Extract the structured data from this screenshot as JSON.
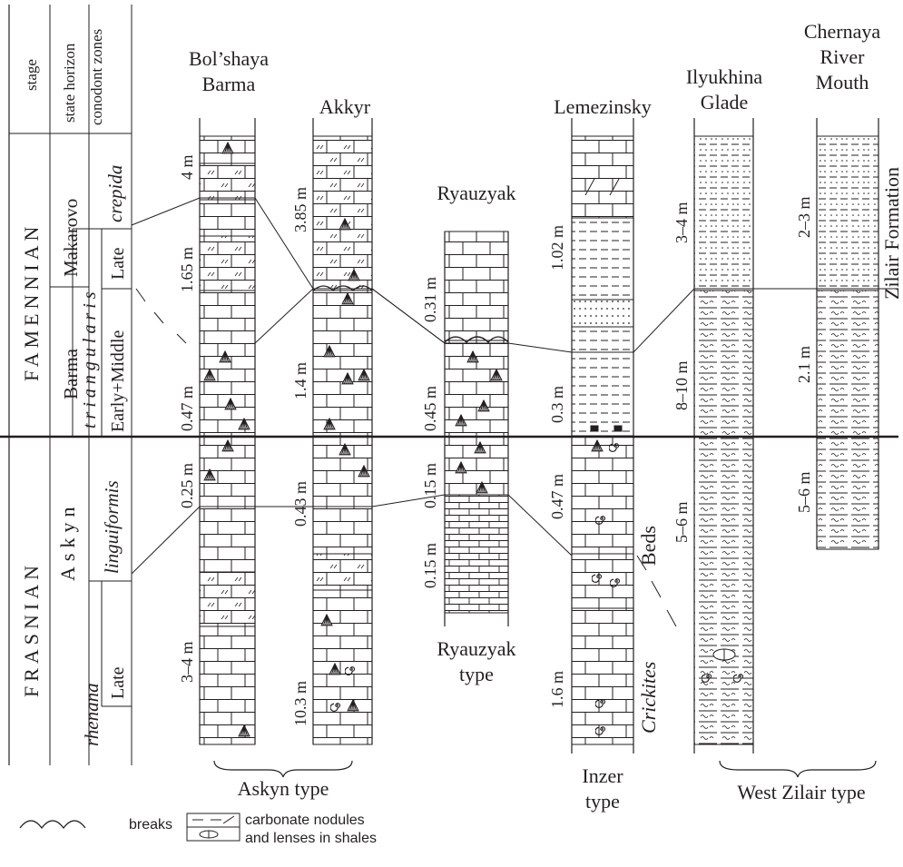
{
  "table": {
    "headers": [
      "stage",
      "state horizon",
      "conodont zones"
    ],
    "stages": [
      "FAMENNIAN",
      "FRASNIAN"
    ],
    "horizons": [
      "Makarovo",
      "Barma",
      "Askyn"
    ],
    "zones": [
      "crepida",
      "triangularis",
      "linguiformis",
      "rhenana"
    ],
    "subzones": [
      "Late",
      "Early+Middle",
      "Late"
    ]
  },
  "sections": [
    {
      "title": [
        "Bol’shaya",
        "Barma"
      ],
      "thicknesses": [
        "4 m",
        "1.65 m",
        "0.47 m",
        "0.25 m",
        "3–4 m"
      ]
    },
    {
      "title": [
        "Akkyr"
      ],
      "thicknesses": [
        "3.85 m",
        "1.4 m",
        "0.43 m",
        "10.3 m"
      ]
    },
    {
      "title": [
        "Ryauzyak"
      ],
      "thicknesses": [
        "0.31 m",
        "0.45 m",
        "0.15 m",
        "0.15 m"
      ]
    },
    {
      "title": [
        "Lemezinsky"
      ],
      "thicknesses": [
        "1.02 m",
        "0.3 m",
        "0.47 m",
        "1.6 m"
      ]
    },
    {
      "title": [
        "Ilyukhina",
        "Glade"
      ],
      "thicknesses": [
        "3–4 m",
        "8–10 m",
        "5–6 m"
      ]
    },
    {
      "title": [
        "Chernaya",
        "River",
        "Mouth"
      ],
      "thicknesses": [
        "2–3 m",
        "2.1 m",
        "5–6 m"
      ]
    }
  ],
  "side_labels": {
    "formation": "Zilair Formation",
    "beds": "Crickites Beds"
  },
  "type_labels": [
    "Askyn type",
    "Ryauzyak type",
    "Inzer type",
    "West Zilair type"
  ],
  "type_lines": {
    "ryauzyak": [
      "Ryauzyak",
      "type"
    ],
    "inzer": [
      "Inzer",
      "type"
    ]
  },
  "legend": {
    "breaks": "breaks",
    "nodules": [
      "carbonate nodules",
      "and lenses in shales"
    ]
  }
}
